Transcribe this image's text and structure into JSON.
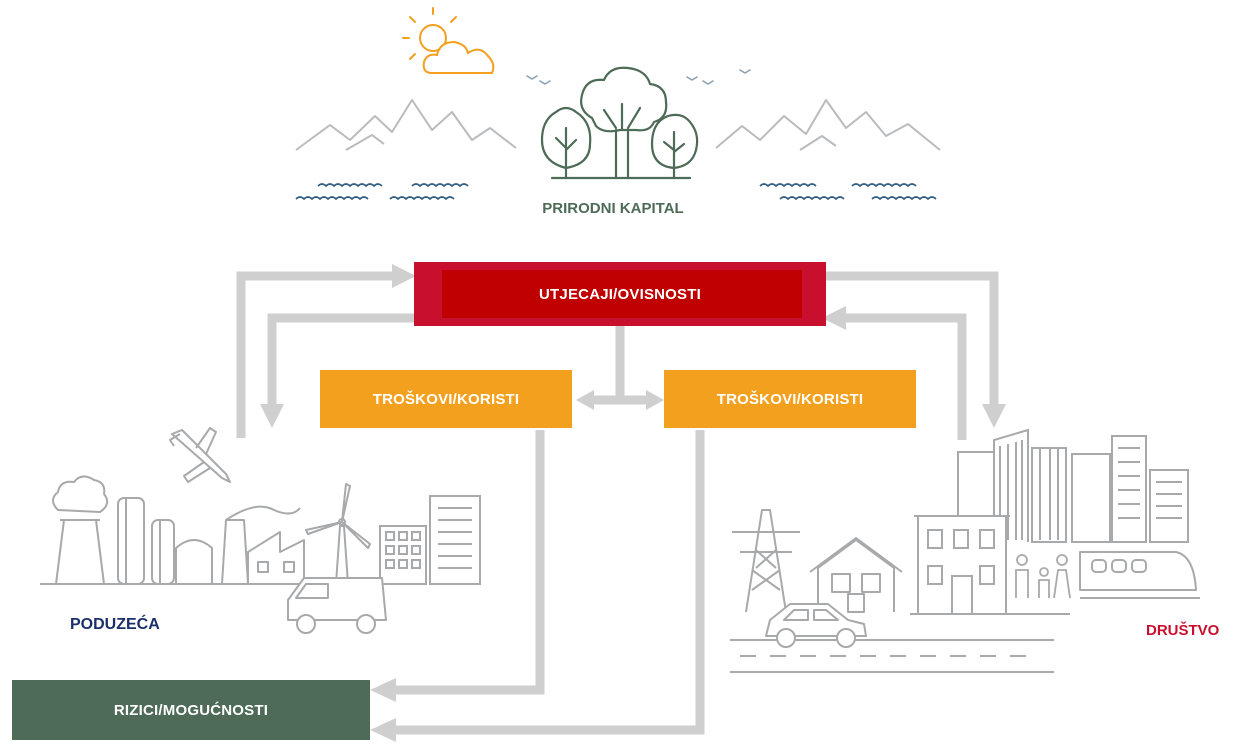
{
  "labels": {
    "natural_capital": "PRIRODNI KAPITAL",
    "impacts": "UTJECAJI/OVISNOSTI",
    "costs_left": "TROŠKOVI/KORISTI",
    "costs_right": "TROŠKOVI/KORISTI",
    "risks": "RIZICI/MOGUĆNOSTI",
    "business": "PODUZEĆA",
    "society": "DRUŠTVO"
  },
  "colors": {
    "impacts_red": "#c8102e",
    "costs_orange": "#f2a01e",
    "risks_green": "#4e6b57",
    "natural_green": "#4e6b57",
    "business_navy": "#1b2f6b",
    "society_red": "#c8102e",
    "arrow_gray": "#cfcfcf",
    "line_gray": "#a7a9ab",
    "water_blue": "#2e5b80",
    "sun_yellow": "#f2a01e"
  },
  "icons": [
    "sun-cloud-icon",
    "birds-icon",
    "trees-icon",
    "mountains-icon",
    "water-waves-icon",
    "factory-icon",
    "airplane-icon",
    "wind-turbine-icon",
    "van-icon",
    "office-building-icon",
    "power-pylon-icon",
    "house-icon",
    "city-skyline-icon",
    "family-icon",
    "train-icon",
    "car-icon"
  ]
}
